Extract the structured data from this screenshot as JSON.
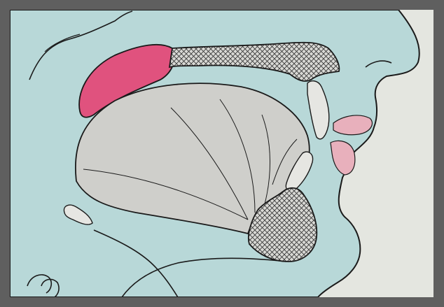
{
  "figure": {
    "kind": "sagittal-section-oral-cavity",
    "labels": []
  },
  "colors": {
    "frame": "#5f5f5f",
    "tissue": "#b8d8d8",
    "background_paper": "#e4e6e0",
    "soft_palate": "#e0527e",
    "tongue": "#cfcfcb",
    "bone": "#d6d6d2",
    "lips": "#e8b0bc",
    "outline": "#1a1a1a"
  },
  "structures": [
    "nasal-cavity",
    "soft-palate",
    "hard-palate",
    "tongue",
    "upper-incisor",
    "lower-incisor",
    "upper-lip",
    "lower-lip",
    "mandible",
    "epiglottis",
    "hyoid"
  ]
}
